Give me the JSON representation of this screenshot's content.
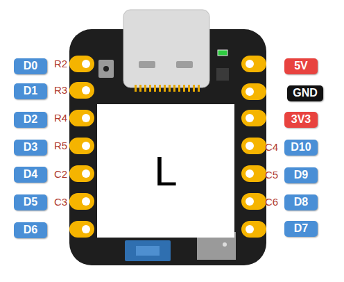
{
  "diagram": {
    "nodes": [
      {
        "text": [
          "D0"
        ]
      },
      {
        "text": [
          "5V"
        ]
      },
      {
        "text": [
          "D1"
        ]
      },
      {
        "text": [
          "GND"
        ]
      },
      {
        "text": [
          "D2"
        ]
      },
      {
        "text": [
          "3V3"
        ]
      },
      {
        "text": [
          "D3"
        ]
      },
      {
        "text": [
          "D10"
        ]
      },
      {
        "text": [
          "D4"
        ]
      },
      {
        "text": [
          "D9"
        ]
      },
      {
        "text": [
          "D5"
        ]
      },
      {
        "text": [
          "D8"
        ]
      },
      {
        "text": [
          "D6"
        ]
      },
      {
        "text": [
          "D7"
        ]
      },
      {
        "text": [
          "L"
        ]
      }
    ],
    "labels": [
      "R2",
      "R3",
      "R4",
      "R5",
      "C4",
      "C2",
      "C5",
      "C3",
      "C6"
    ]
  }
}
